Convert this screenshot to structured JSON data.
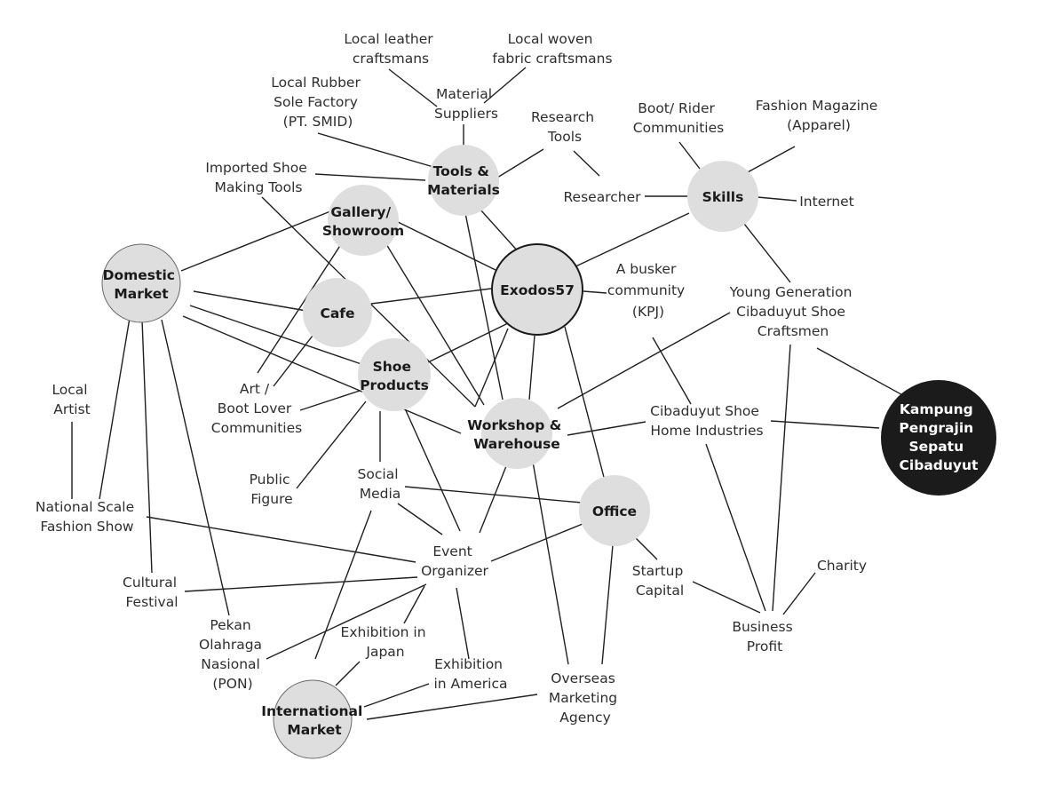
{
  "diagram": {
    "hubs": {
      "exodos": [
        "Exodos57"
      ],
      "tools": [
        "Tools &",
        "Materials"
      ],
      "gallery": [
        "Gallery/",
        "Showroom"
      ],
      "domestic": [
        "Domestic",
        "Market"
      ],
      "cafe": [
        "Cafe"
      ],
      "shoe": [
        "Shoe",
        "Products"
      ],
      "skills": [
        "Skills"
      ],
      "workshop": [
        "Workshop &",
        "Warehouse"
      ],
      "office": [
        "Office"
      ],
      "intl": [
        "International",
        "Market"
      ],
      "kampung": [
        "Kampung",
        "Pengrajin",
        "Sepatu",
        "Cibaduyut"
      ]
    },
    "labels": {
      "leather": [
        "Local leather",
        "craftsmans"
      ],
      "woven": [
        "Local woven",
        "fabric craftsmans"
      ],
      "suppliers": [
        "Material",
        "Suppliers"
      ],
      "rubber": [
        "Local Rubber",
        "Sole Factory",
        "(PT. SMID)"
      ],
      "research_tools": [
        "Research",
        "Tools"
      ],
      "boot": [
        "Boot/ Rider",
        "Communities"
      ],
      "fashion_mag": [
        "Fashion Magazine",
        "(Apparel)"
      ],
      "imported": [
        "Imported Shoe",
        "Making Tools"
      ],
      "researcher": [
        "Researcher"
      ],
      "internet": [
        "Internet"
      ],
      "busker": [
        "A busker",
        "community",
        "(KPJ)"
      ],
      "young": [
        "Young Generation",
        "Cibaduyut Shoe",
        "Craftsmen"
      ],
      "local_artist": [
        "Local",
        "Artist"
      ],
      "art": [
        "Art /",
        "Boot Lover",
        "Communities"
      ],
      "home_ind": [
        "Cibaduyut Shoe",
        "Home Industries"
      ],
      "public_fig": [
        "Public",
        "Figure"
      ],
      "social": [
        "Social",
        "Media"
      ],
      "national": [
        "National Scale",
        "Fashion Show"
      ],
      "event": [
        "Event",
        "Organizer"
      ],
      "startup": [
        "Startup",
        "Capital"
      ],
      "charity": [
        "Charity"
      ],
      "cultural": [
        "Cultural",
        "Festival"
      ],
      "business": [
        "Business",
        "Profit"
      ],
      "pekan": [
        "Pekan",
        "Olahraga",
        "Nasional",
        "(PON)"
      ],
      "japan": [
        "Exhibition in",
        "Japan"
      ],
      "america": [
        "Exhibition",
        "in America"
      ],
      "overseas": [
        "Overseas",
        "Marketing",
        "Agency"
      ]
    }
  }
}
